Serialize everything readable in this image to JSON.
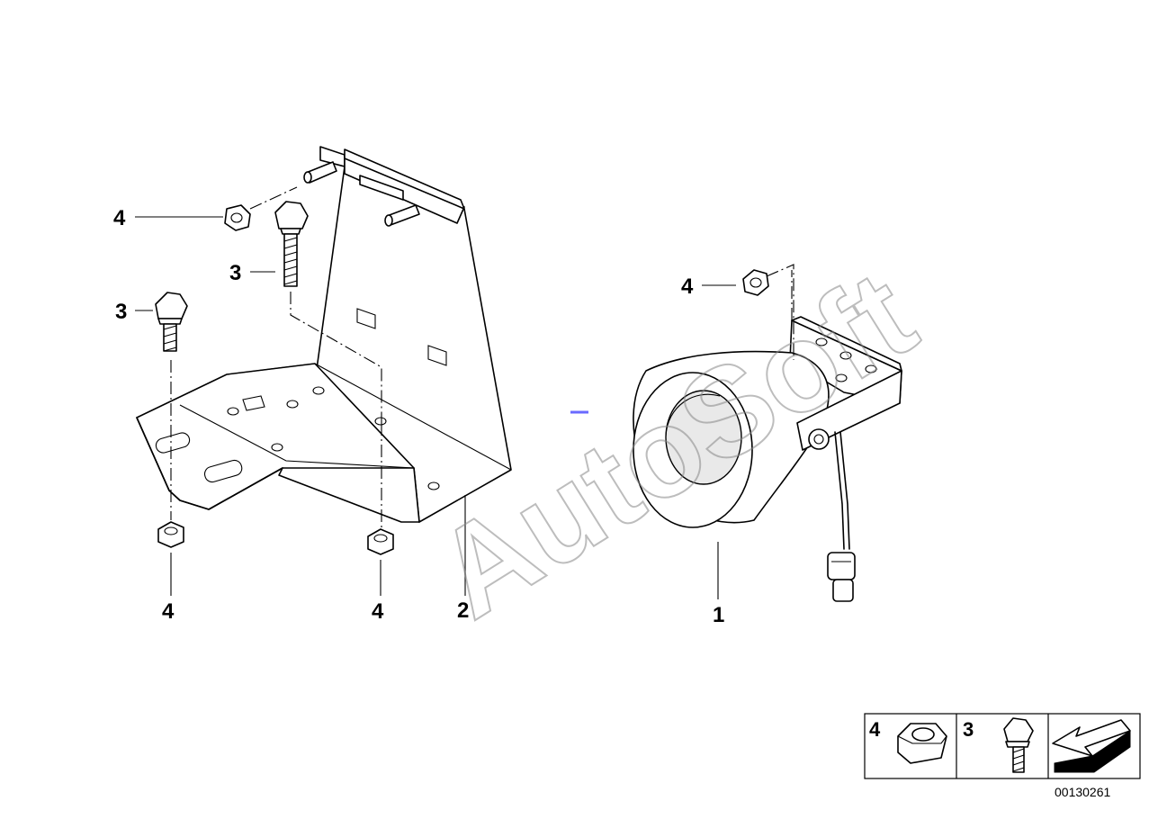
{
  "watermark": "AutoSoft",
  "drawing_number": "00130261",
  "callouts": {
    "bracket": "2",
    "siren": "1",
    "top_nut": "4",
    "upper_bolt": "3",
    "left_bolt": "3",
    "lower_left_nut": "4",
    "lower_mid_nut": "4",
    "siren_nut": "4"
  },
  "legend": {
    "nut_number": "4",
    "bolt_number": "3"
  },
  "colors": {
    "line": "#000000",
    "background": "#ffffff",
    "watermark": "#888888",
    "marker": "#6a6aff"
  }
}
